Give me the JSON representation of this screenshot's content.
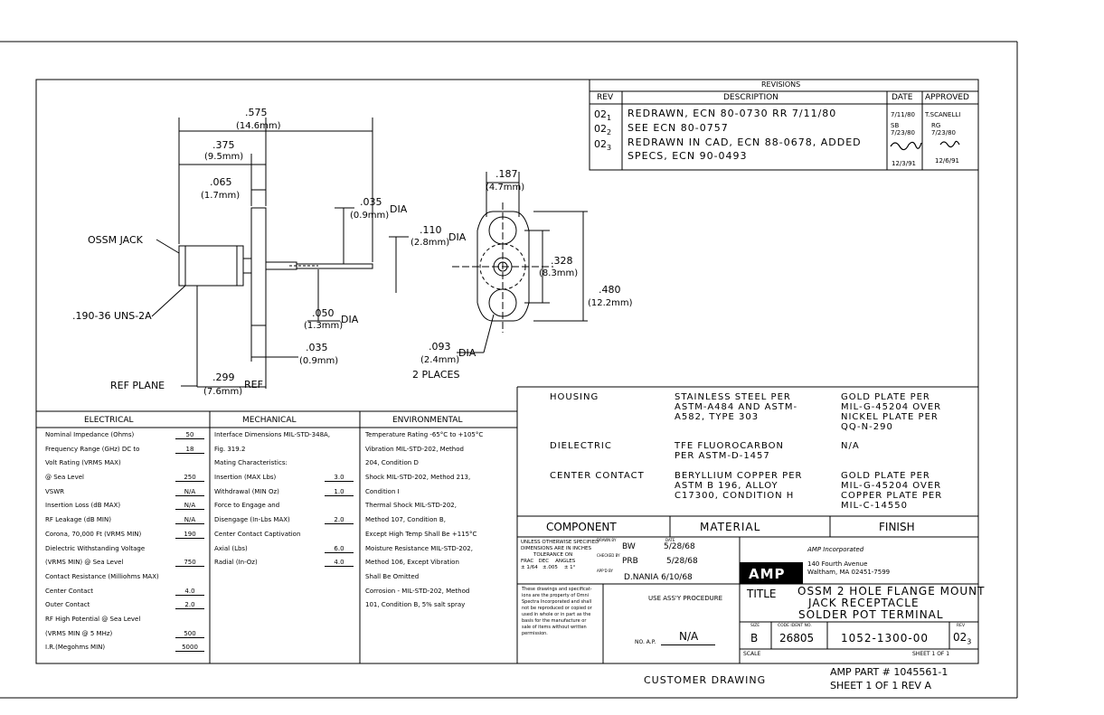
{
  "revisions": {
    "title": "REVISIONS",
    "headers": {
      "rev": "REV",
      "description": "DESCRIPTION",
      "date": "DATE",
      "approved": "APPROVED"
    },
    "rows": [
      {
        "rev": "02",
        "sub": "1",
        "desc1": "REDRAWN, ECN 80-0730    RR 7/11/80",
        "desc2": "",
        "date1": "7/11/80",
        "date2": "",
        "approved1": "T.SCANELLI",
        "approved2": ""
      },
      {
        "rev": "02",
        "sub": "2",
        "desc1": "SEE ECN 80-0757",
        "desc2": "",
        "date1": "SB",
        "date2": "7/23/80",
        "approved1": "RG",
        "approved2": "7/23/80"
      },
      {
        "rev": "02",
        "sub": "3",
        "desc1": "REDRAWN IN CAD, ECN 88-0678, ADDED",
        "desc2": "SPECS, ECN 90-0493",
        "date1": "12/3/91",
        "date2": "",
        "approved1": "12/6/91",
        "approved2": ""
      }
    ]
  },
  "side_view": {
    "dim_575": ".575",
    "dim_575_mm": "(14.6mm)",
    "dim_375": ".375",
    "dim_375_mm": "(9.5mm)",
    "dim_065": ".065",
    "dim_065_mm": "(1.7mm)",
    "dim_035a": ".035",
    "dim_035a_mm": "(0.9mm)",
    "dia1": "DIA",
    "dim_110": ".110",
    "dim_110_mm": "(2.8mm)",
    "dia2": "DIA",
    "dim_050": ".050",
    "dim_050_mm": "(1.3mm)",
    "dia3": "DIA",
    "dim_035b": ".035",
    "dim_035b_mm": "(0.9mm)",
    "dim_299": ".299",
    "dim_299_mm": "(7.6mm)",
    "ref": "REF",
    "ossm_jack": "OSSM JACK",
    "thread": ".190-36 UNS-2A",
    "ref_plane": "REF PLANE"
  },
  "front_view": {
    "dim_187": ".187",
    "dim_187_mm": "(4.7mm)",
    "dim_328": ".328",
    "dim_328_mm": "(8.3mm)",
    "dim_480": ".480",
    "dim_480_mm": "(12.2mm)",
    "dim_093": ".093",
    "dim_093_mm": "(2.4mm)",
    "dia": "DIA",
    "places": "2 PLACES"
  },
  "materials": {
    "rows": [
      {
        "component": "HOUSING",
        "m1": "STAINLESS STEEL PER",
        "m2": "ASTM-A484 AND ASTM-",
        "m3": "A582, TYPE 303",
        "f1": "GOLD PLATE PER",
        "f2": "MIL-G-45204 OVER",
        "f3": "NICKEL PLATE PER",
        "f4": "QQ-N-290"
      },
      {
        "component": "DIELECTRIC",
        "m1": "TFE FLUOROCARBON",
        "m2": "PER ASTM-D-1457",
        "m3": "",
        "f1": "N/A",
        "f2": "",
        "f3": "",
        "f4": ""
      },
      {
        "component": "CENTER CONTACT",
        "m1": "BERYLLIUM COPPER PER",
        "m2": "ASTM B 196, ALLOY",
        "m3": "C17300, CONDITION H",
        "f1": "GOLD PLATE PER",
        "f2": "MIL-G-45204 OVER",
        "f3": "COPPER PLATE PER",
        "f4": "MIL-C-14550"
      }
    ],
    "header_component": "COMPONENT",
    "header_material": "MATERIAL",
    "header_finish": "FINISH"
  },
  "specs": {
    "electrical_header": "ELECTRICAL",
    "mechanical_header": "MECHANICAL",
    "environmental_header": "ENVIRONMENTAL",
    "electrical": [
      {
        "label": "Nominal Impedance (Ohms)",
        "value": "50"
      },
      {
        "label": "Frequency Range (GHz) DC to",
        "value": "18"
      },
      {
        "label": "Volt Rating (VRMS MAX)",
        "value": ""
      },
      {
        "label": "@ Sea Level",
        "value": "250"
      },
      {
        "label": "VSWR",
        "value": "N/A"
      },
      {
        "label": "Insertion Loss (dB MAX)",
        "value": "N/A"
      },
      {
        "label": "RF Leakage (dB MIN)",
        "value": "N/A"
      },
      {
        "label": "Corona, 70,000 Ft (VRMS MIN)",
        "value": "190"
      },
      {
        "label": "Dielectric Withstanding Voltage",
        "value": ""
      },
      {
        "label": "(VRMS MIN) @ Sea Level",
        "value": "750"
      },
      {
        "label": "Contact Resistance (Milliohms MAX)",
        "value": ""
      },
      {
        "label": "Center Contact",
        "value": "4.0"
      },
      {
        "label": "Outer Contact",
        "value": "2.0"
      },
      {
        "label": "RF High Potential @ Sea Level",
        "value": ""
      },
      {
        "label": "(VRMS MIN @ 5 MHz)",
        "value": "500"
      },
      {
        "label": "I.R.(Megohms MIN)",
        "value": "5000"
      }
    ],
    "mechanical": [
      {
        "label": "Interface Dimensions MIL-STD-348A,",
        "value": ""
      },
      {
        "label": "Fig. 319.2",
        "value": ""
      },
      {
        "label": "Mating Characteristics:",
        "value": ""
      },
      {
        "label": "Insertion (MAX Lbs)",
        "value": "3.0"
      },
      {
        "label": "Withdrawal (MIN Oz)",
        "value": "1.0"
      },
      {
        "label": "Force to Engage and",
        "value": ""
      },
      {
        "label": "Disengage (In-Lbs MAX)",
        "value": "2.0"
      },
      {
        "label": "Center Contact Captivation",
        "value": ""
      },
      {
        "label": "Axial (Lbs)",
        "value": "6.0"
      },
      {
        "label": "Radial (In-Oz)",
        "value": "4.0"
      }
    ],
    "environmental": [
      "Temperature Rating -65°C to +105°C",
      "Vibration MIL-STD-202, Method",
      "204, Condition D",
      "Shock MIL-STD-202, Method 213,",
      "Condition I",
      "Thermal Shock MIL-STD-202,",
      "Method 107, Condition B,",
      "Except High Temp Shall Be +115°C",
      "Moisture Resistance MIL-STD-202,",
      "Method 106, Except Vibration",
      "Shall Be Omitted",
      "Corrosion - MIL-STD-202, Method",
      "101, Condition B, 5% salt spray"
    ]
  },
  "title_block": {
    "tolerance1": "UNLESS OTHERWISE SPECIFIED",
    "tolerance2": "DIMENSIONS ARE IN INCHES",
    "tolerance3": "TOLERANCE ON",
    "frac": "FRAC",
    "dec": "DEC",
    "angles": "ANGLES",
    "frac_val": "± 1/64",
    "dec_val": "±.005",
    "angles_val": "± 1°",
    "drawn_by_label": "DRAWN BY",
    "drawn_by": "BW",
    "date_label": "DATE",
    "drawn_date": "5/28/68",
    "checked_label": "CHECKED BY",
    "checked_by": "PRB",
    "checked_date": "5/28/68",
    "approved_label": "APP'D BY",
    "approved_by": "D.NANIA 6/10/68",
    "company": "AMP Incorporated",
    "address1": "140 Fourth Avenue",
    "address2": "Waltham, MA 02451-7599",
    "logo": "AMP",
    "prop1": "These drawings and specificat-",
    "prop2": "ions are the property of Omni",
    "prop3": "Spectra Incorporated and shall",
    "prop4": "not be reproduced or copied or",
    "prop5": "used in whole or in part as the",
    "prop6": "basis for the manufacture or",
    "prop7": "sale of items without written",
    "prop8": "permission.",
    "use_assy": "USE ASS'Y PROCEDURE",
    "na": "N/A",
    "no_ap": "NO. A.P.",
    "title_label": "TITLE",
    "title1": "OSSM 2 HOLE FLANGE MOUNT",
    "title2": "JACK RECEPTACLE",
    "title3": "SOLDER POT TERMINAL",
    "size_label": "SIZE",
    "size": "B",
    "code_label": "CODE IDENT NO.",
    "code": "26805",
    "dwg_no": "1052-1300-00",
    "rev_label": "REV",
    "rev": "02",
    "rev_sub": "3",
    "scale_label": "SCALE",
    "sheet": "SHEET  1  OF  1",
    "customer_drawing": "CUSTOMER DRAWING",
    "amp_part": "AMP PART # 1045561-1",
    "amp_sheet": "SHEET 1 OF 1  REV A"
  }
}
